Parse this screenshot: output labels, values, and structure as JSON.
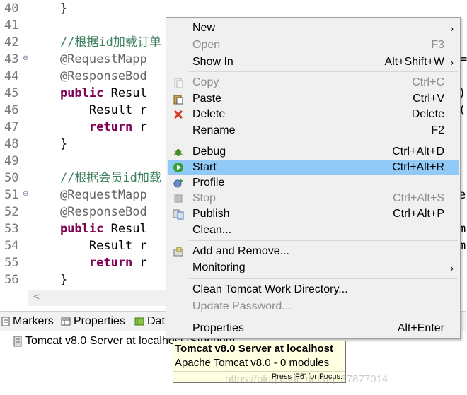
{
  "editor": {
    "lines": [
      {
        "num": "40",
        "code": "    }"
      },
      {
        "num": "41",
        "code": ""
      },
      {
        "num": "42",
        "comment": "    //根据id加载订单"
      },
      {
        "num": "43",
        "annotation": "    @RequestMapp",
        "fold": "⊖"
      },
      {
        "num": "44",
        "annotation": "    @ResponseBod"
      },
      {
        "num": "45",
        "kw": "    public",
        "code": " Resul"
      },
      {
        "num": "46",
        "code": "        Result r"
      },
      {
        "num": "47",
        "kw": "        return",
        "code": " r"
      },
      {
        "num": "48",
        "code": "    }"
      },
      {
        "num": "49",
        "code": ""
      },
      {
        "num": "50",
        "comment": "    //根据会员id加载"
      },
      {
        "num": "51",
        "annotation": "    @RequestMapp",
        "fold": "⊖"
      },
      {
        "num": "52",
        "annotation": "    @ResponseBod"
      },
      {
        "num": "53",
        "kw": "    public",
        "code": " Resul"
      },
      {
        "num": "54",
        "code": "        Result r"
      },
      {
        "num": "55",
        "kw": "        return",
        "code": " r"
      },
      {
        "num": "56",
        "code": "    }"
      }
    ],
    "right_fragments": {
      "l43": "=",
      "l45": ")",
      "l46": "(",
      "l51": "e",
      "l53": "m",
      "l54": "m"
    },
    "scroll_arrow": "<"
  },
  "views": {
    "tabs": [
      {
        "label": "Markers"
      },
      {
        "label": "Properties"
      },
      {
        "label": "Dat"
      }
    ],
    "server_row": "Tomcat v8.0 Server at localhost  [Stopped]"
  },
  "menu": {
    "items": [
      {
        "label": "New",
        "shortcut": "",
        "submenu": true
      },
      {
        "label": "Open",
        "shortcut": "F3",
        "disabled": true
      },
      {
        "label": "Show In",
        "shortcut": "Alt+Shift+W",
        "submenu": true
      },
      {
        "label": "Copy",
        "shortcut": "Ctrl+C",
        "disabled": true,
        "icon": "copy-icon"
      },
      {
        "label": "Paste",
        "shortcut": "Ctrl+V",
        "icon": "paste-icon"
      },
      {
        "label": "Delete",
        "shortcut": "Delete",
        "icon": "delete-icon"
      },
      {
        "label": "Rename",
        "shortcut": "F2"
      },
      {
        "label": "Debug",
        "shortcut": "Ctrl+Alt+D",
        "icon": "debug-icon"
      },
      {
        "label": "Start",
        "shortcut": "Ctrl+Alt+R",
        "icon": "start-icon",
        "active": true
      },
      {
        "label": "Profile",
        "shortcut": "",
        "icon": "profile-icon"
      },
      {
        "label": "Stop",
        "shortcut": "Ctrl+Alt+S",
        "disabled": true,
        "icon": "stop-icon"
      },
      {
        "label": "Publish",
        "shortcut": "Ctrl+Alt+P",
        "icon": "publish-icon"
      },
      {
        "label": "Clean...",
        "shortcut": ""
      },
      {
        "label": "Add and Remove...",
        "shortcut": "",
        "icon": "add-remove-icon"
      },
      {
        "label": "Monitoring",
        "shortcut": "",
        "submenu": true
      },
      {
        "label": "Clean Tomcat Work Directory...",
        "shortcut": ""
      },
      {
        "label": "Update Password...",
        "shortcut": "",
        "disabled": true
      },
      {
        "label": "Properties",
        "shortcut": "Alt+Enter"
      }
    ],
    "submenu_arrow": "›"
  },
  "tooltip": {
    "title": "Tomcat v8.0 Server at localhost",
    "subtitle": "Apache Tomcat v8.0 - 0 modules",
    "hint": "Press 'F6' for Focus."
  },
  "watermark": "https://blog.csdn.net/qq_37877014"
}
